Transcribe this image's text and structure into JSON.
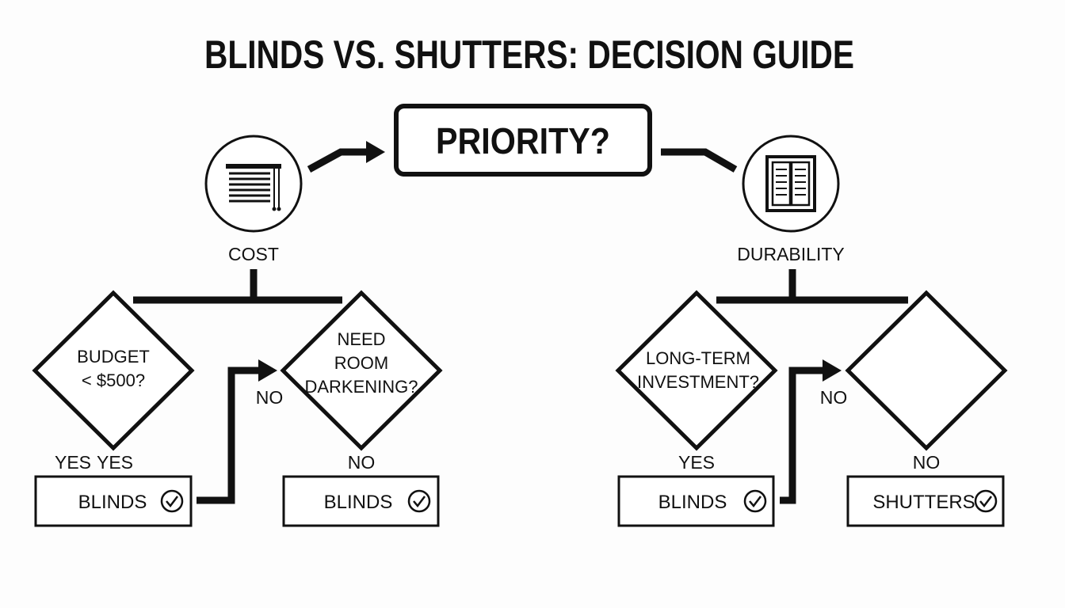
{
  "title": "BLINDS VS. SHUTTERS: DECISION GUIDE",
  "root": {
    "label": "PRIORITY?"
  },
  "branches": {
    "cost": {
      "label": "COST",
      "icon": "blinds-icon"
    },
    "durability": {
      "label": "DURABILITY",
      "icon": "shutters-icon"
    }
  },
  "questions": {
    "budget": [
      "BUDGET",
      "< $500?"
    ],
    "room_darkening": [
      "NEED",
      "ROOM",
      "DARKENING?"
    ],
    "long_term": [
      "LONG-TERM",
      "INVESTMENT?"
    ],
    "empty": []
  },
  "edge_labels": {
    "yes_a": "YES",
    "yes_b": "YES",
    "no_cost": "NO",
    "no_darkening": "NO",
    "yes_long_term": "YES",
    "no_durability": "NO",
    "no_empty": "NO"
  },
  "results": {
    "r1": {
      "label": "BLINDS",
      "icon": "check-circle-icon"
    },
    "r2": {
      "label": "BLINDS",
      "icon": "check-circle-icon"
    },
    "r3": {
      "label": "BLINDS",
      "icon": "check-circle-icon"
    },
    "r4": {
      "label": "SHUTTERS",
      "icon": "check-circle-icon"
    }
  }
}
